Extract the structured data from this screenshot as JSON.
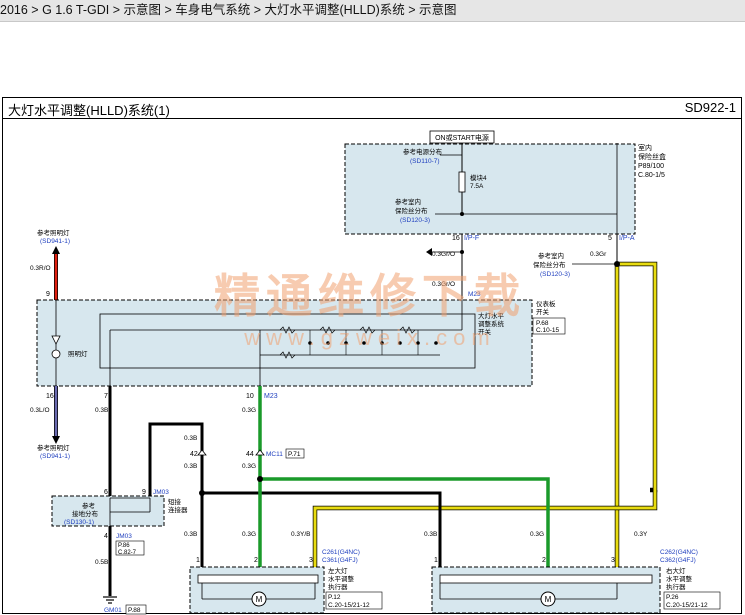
{
  "breadcrumb": [
    "2016",
    "G 1.6 T-GDI",
    "示意图",
    "车身电气系统",
    "大灯水平调整(HLLD)系统",
    "示意图"
  ],
  "breadcrumb_sep": " > ",
  "diagram": {
    "title": "大灯水平调整(HLLD)系统(1)",
    "code": "SD922-1",
    "power_label": "ON或START电源",
    "fuse_box_label": [
      "室内",
      "保险丝盒"
    ],
    "fuse_box_ref": [
      "P89/100",
      "C.80-1/5"
    ],
    "ref_power_dist": "参考电源分布",
    "ref_power_dist_code": "(SD110-7)",
    "fuse": [
      "模块4",
      "7.5A"
    ],
    "ref_indoor_fuse_dist": [
      "参考室内",
      "保险丝分布"
    ],
    "ref_indoor_fuse_dist_code": "(SD120-3)",
    "pin_16": "16",
    "conn_ifp_f": "I/P-F",
    "pin_5": "5",
    "conn_ifp_a": "I/P-A",
    "ref_indoor_fuse_dist2": [
      "参考室内",
      "保险丝分布"
    ],
    "ref_indoor_fuse_dist2_code": "(SD120-3)",
    "wire_03gro_a": "0.3Gr/O",
    "wire_03gro_b": "0.3Gr/O",
    "wire_03gr": "0.3Gr",
    "ref_lighting_top": "参考照明灯",
    "ref_lighting_top_code": "(SD941-1)",
    "wire_03ro": "0.3R/O",
    "pin_9": "9",
    "m23_top": "M23",
    "switch_label": [
      "大灯水平",
      "调整系统",
      "开关"
    ],
    "instrument_panel_switch": [
      "仪表板",
      "开关"
    ],
    "switch_ref": [
      "P.68",
      "C.10-15"
    ],
    "illum_lamp": "照明灯",
    "pin_16b": "16",
    "pin_7": "7",
    "pin_10": "10",
    "m23_bottom": "M23",
    "wire_03lo": "0.3L/O",
    "wire_03b_a": "0.3B",
    "wire_03g_a": "0.3G",
    "ref_lighting_bottom": "参考照明灯",
    "ref_lighting_bottom_code": "(SD941-1)",
    "wire_03b_b": "0.3B",
    "pin_42": "42",
    "pin_44": "44",
    "conn_mc11": "MC11",
    "mc11_ref": "P.71",
    "wire_03b_c": "0.3B",
    "wire_03g_b": "0.3G",
    "pin_6": "6",
    "pin_9b": "9",
    "conn_jm03": "JM03",
    "splice_label": [
      "短接",
      "连接器"
    ],
    "ref_ground_dist": [
      "参考",
      "接地分布"
    ],
    "ref_ground_dist_code": "(SD130-1)",
    "pin_4": "4",
    "conn_jm03b": "JM03",
    "jm03_ref": [
      "P.86",
      "C.82-7"
    ],
    "wire_05b": "0.5B",
    "gnd_label": "GM01",
    "gnd_ref": "P.88",
    "wire_03b_left": "0.3B",
    "wire_03g_left": "0.3G",
    "wire_03yb": "0.3Y/B",
    "left_conn": [
      "C261(G4NC)",
      "C361(G4FJ)"
    ],
    "left_actuator": [
      "左大灯",
      "水平调整",
      "执行器"
    ],
    "left_actuator_ref": [
      "P.12",
      "C.20-15/21-12"
    ],
    "wire_03b_right": "0.3B",
    "wire_03g_right": "0.3G",
    "wire_03y": "0.3Y",
    "right_conn": [
      "C262(G4NC)",
      "C362(G4FJ)"
    ],
    "right_actuator": [
      "右大灯",
      "水平调整",
      "执行器"
    ],
    "right_actuator_ref": [
      "P.26",
      "C.20-15/21-12"
    ],
    "pin_1": "1",
    "pin_2": "2",
    "pin_3": "3",
    "pin_1r": "1",
    "pin_2r": "2",
    "pin_3r": "3",
    "motor_symbol": "M",
    "watermark": "精通维修下载",
    "watermark_url": "www.gzweix.com"
  },
  "colors": {
    "wire_black": "#000000",
    "wire_green": "#1a9a2a",
    "wire_yellow": "#e8dc10",
    "wire_red": "#e02010",
    "wire_blue": "#3a3a8a",
    "module_fill": "#d7e7ee",
    "ref_blue": "#1f3fbf",
    "watermark": "#f0a070"
  }
}
